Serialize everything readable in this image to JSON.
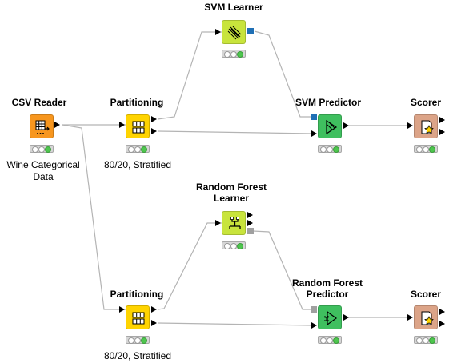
{
  "colors": {
    "reader": "#f7961e",
    "partitioning": "#ffd400",
    "learner": "#c8e43c",
    "predictor": "#3fbf5f",
    "scorer": "#dca488",
    "edge": "#b4b4b4",
    "port_svm_model": "#1f6fb5",
    "port_rf_model": "#a0a0a0",
    "status_green": "#4ec64e"
  },
  "nodes": {
    "csv_reader": {
      "title": "CSV Reader",
      "sub": [
        "Wine Categorical",
        "Data"
      ],
      "icon": "table-read-icon"
    },
    "partitioning_top": {
      "title": "Partitioning",
      "sub": [
        "80/20, Stratified"
      ],
      "icon": "partition-icon"
    },
    "svm_learner": {
      "title": "SVM Learner",
      "sub": [],
      "icon": "svm-learner-icon"
    },
    "svm_predictor": {
      "title": "SVM Predictor",
      "sub": [],
      "icon": "predictor-icon"
    },
    "scorer_top": {
      "title": "Scorer",
      "sub": [],
      "icon": "scorer-icon"
    },
    "rf_learner": {
      "title": [
        "Random Forest",
        "Learner"
      ],
      "sub": [],
      "icon": "tree-ensemble-icon"
    },
    "partitioning_bottom": {
      "title": "Partitioning",
      "sub": [
        "80/20, Stratified"
      ],
      "icon": "partition-icon"
    },
    "rf_predictor": {
      "title": [
        "Random Forest",
        "Predictor"
      ],
      "sub": [],
      "icon": "predictor-icon"
    },
    "scorer_bottom": {
      "title": "Scorer",
      "sub": [],
      "icon": "scorer-icon"
    }
  }
}
